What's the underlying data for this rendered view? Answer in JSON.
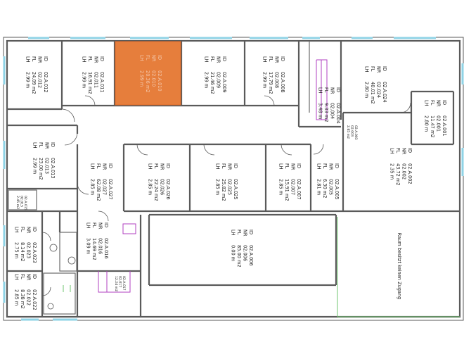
{
  "colors": {
    "highlight": "#e67e3c",
    "wall": "#5a5a5a",
    "window": "#8fd3e6",
    "stair": "#b040c0",
    "boundary": "#6fc46f"
  },
  "field_labels": [
    "ID",
    "NR",
    "FL",
    "LH"
  ],
  "rooms": [
    {
      "key": "r012",
      "id": "02.A.012",
      "nr": "02.012",
      "fl": "24.09 m2",
      "lh": "2.99 m"
    },
    {
      "key": "r011",
      "id": "02.A.011",
      "nr": "02.011",
      "fl": "16.91 m2",
      "lh": "2.99 m"
    },
    {
      "key": "r010",
      "id": "02.A.010",
      "nr": "02.010",
      "fl": "20.36 m2",
      "lh": "2.99 m",
      "highlighted": true
    },
    {
      "key": "r009",
      "id": "02.A.009",
      "nr": "02.009",
      "fl": "21.46 m2",
      "lh": "2.99 m"
    },
    {
      "key": "r008",
      "id": "02.A.008",
      "nr": "02.008",
      "fl": "17.79 m2",
      "lh": "2.99 m"
    },
    {
      "key": "r004",
      "id": "02.A.004",
      "nr": "02.004",
      "fl": "9.33 m2",
      "lh": "3.48 m"
    },
    {
      "key": "r024",
      "id": "02.A.024",
      "nr": "02.024",
      "fl": "40.01 m2",
      "lh": "2.80 m"
    },
    {
      "key": "r001",
      "id": "02.A.001",
      "nr": "02.001",
      "fl": "11.47 m2",
      "lh": "2.80 m"
    },
    {
      "key": "r013",
      "id": "02.A.013",
      "nr": "02.013",
      "fl": "23.00 m2",
      "lh": "2.99 m"
    },
    {
      "key": "r027",
      "id": "02.A.027",
      "nr": "02.027",
      "fl": "62.08 m2",
      "lh": "2.85 m"
    },
    {
      "key": "r026",
      "id": "02.A.026",
      "nr": "02.026",
      "fl": "22.24 m2",
      "lh": "2.85 m"
    },
    {
      "key": "r025",
      "id": "02.A.025",
      "nr": "02.025",
      "fl": "25.82 m2",
      "lh": "2.85 m"
    },
    {
      "key": "r007",
      "id": "02.A.007",
      "nr": "02.007",
      "fl": "15.91 m2",
      "lh": "2.85 m"
    },
    {
      "key": "r005",
      "id": "02.A.005",
      "nr": "02.005",
      "fl": "6.30 m2",
      "lh": "2.81 m"
    },
    {
      "key": "r002",
      "id": "02.A.002",
      "nr": "02.002",
      "fl": "43.72 m2",
      "lh": "2.35 m"
    },
    {
      "key": "r006",
      "id": "02.A.006",
      "nr": "02.006",
      "fl": "85.00 m2",
      "lh": "0.00 m"
    },
    {
      "key": "r016",
      "id": "02.A.016",
      "nr": "02.016",
      "fl": "14.69 m2",
      "lh": "3.09 m"
    },
    {
      "key": "r023",
      "id": "02.A.023",
      "nr": "02.023",
      "fl": "8.14 m2",
      "lh": "2.75 m"
    },
    {
      "key": "r022",
      "id": "02.A.022",
      "nr": "02.022",
      "fl": "8.38 m2",
      "lh": "2.85 m"
    }
  ],
  "small_labels": [
    {
      "key": "s003",
      "id": "02.A.003",
      "nr": "02.003",
      "fl": "2.85 m2"
    },
    {
      "key": "s017",
      "id": "02.A.017",
      "nr": "02.017",
      "fl": "12.24 m2"
    },
    {
      "key": "s015",
      "id": "02.A.015",
      "nr": "02.015",
      "fl": "2.45 m2"
    }
  ],
  "annotation": "Raum besitzt keinen Zugang"
}
